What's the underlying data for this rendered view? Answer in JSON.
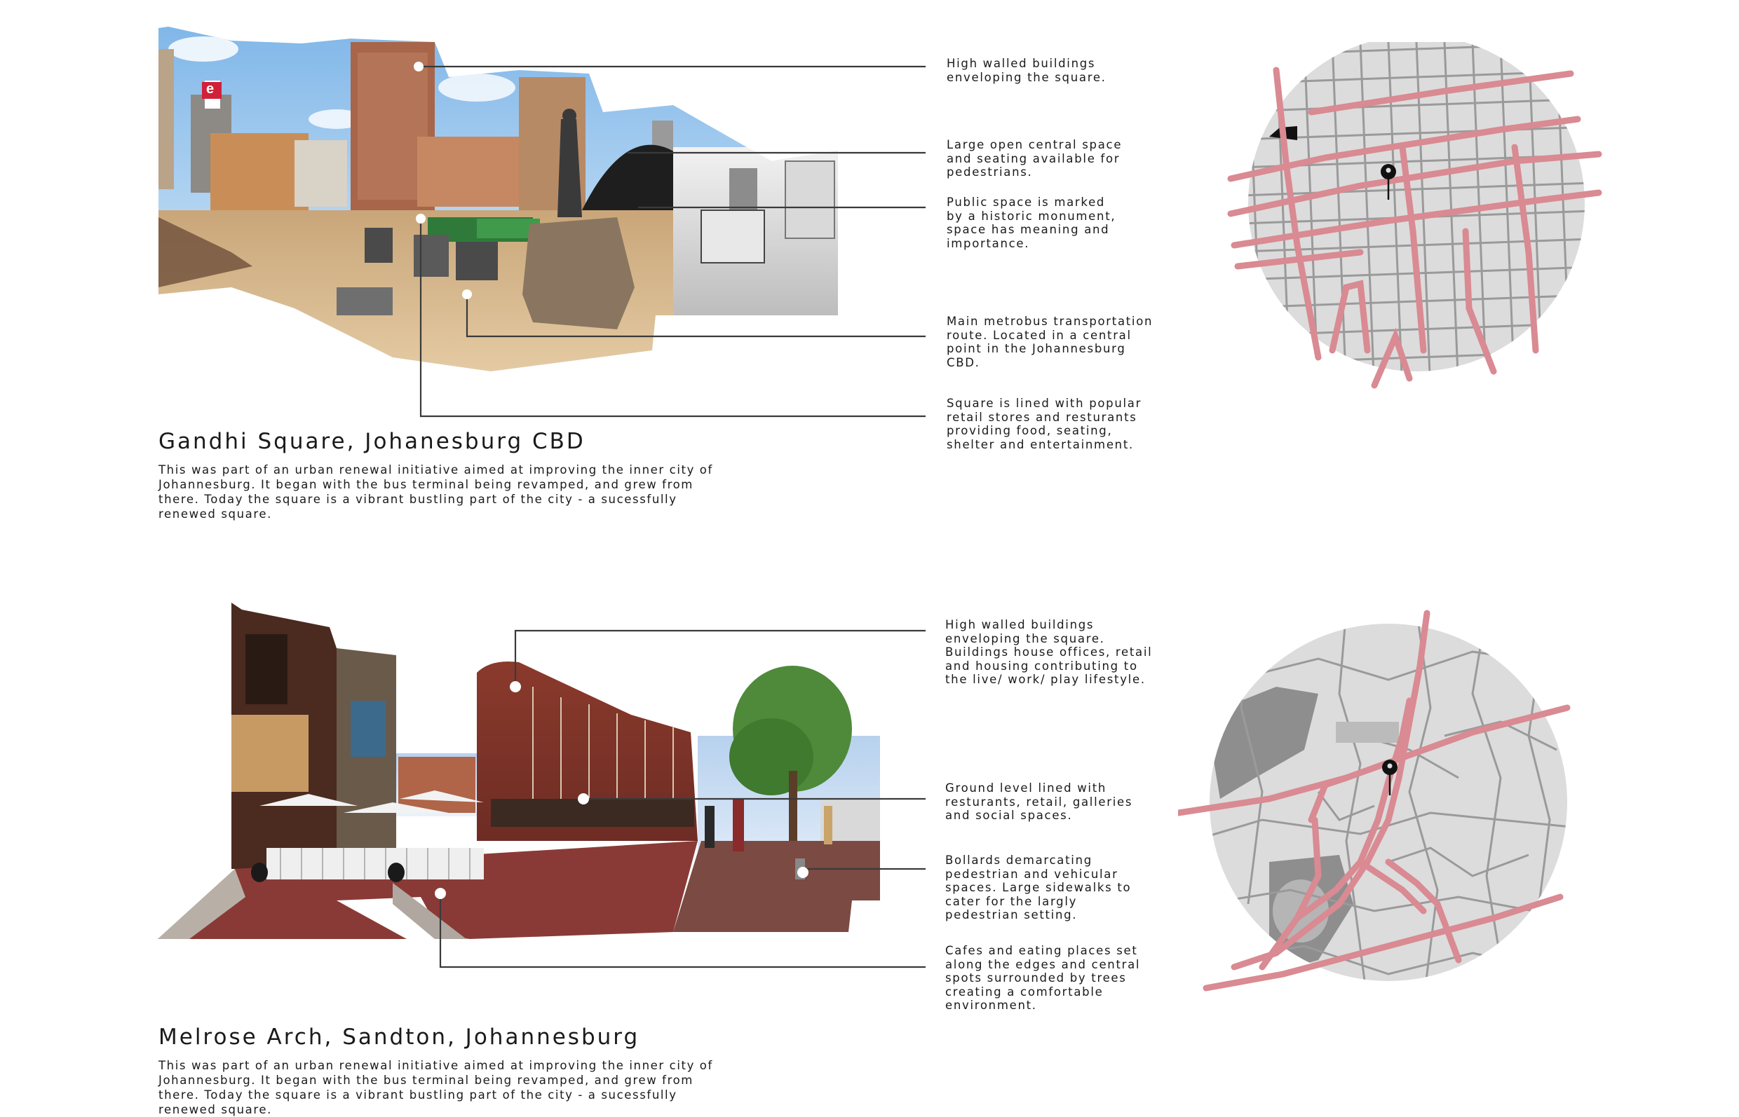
{
  "sections": [
    {
      "title": "Gandhi Square, Johanesburg CBD",
      "description_lines": [
        "This was part of an urban renewal initiative aimed at improving the inner city of",
        "Johannesburg. It began with the bus terminal being revamped, and grew from",
        "there. Today the square is a vibrant bustling part of the city - a sucessfully",
        "renewed square."
      ],
      "annotations": [
        {
          "lines": [
            "High walled buildings",
            "enveloping the square."
          ]
        },
        {
          "lines": [
            "Large open central space",
            "and seating available  for",
            "pedestrians."
          ]
        },
        {
          "lines": [
            "Public space is marked",
            "by a historic monument,",
            "space has meaning and",
            "importance."
          ]
        },
        {
          "lines": [
            "Main metrobus transportation",
            "route. Located in a central",
            "point in the Johannesburg",
            "CBD."
          ]
        },
        {
          "lines": [
            "Square is lined with popular",
            "retail stores and resturants",
            "providing food, seating,",
            "shelter and entertainment."
          ]
        }
      ],
      "photo_sign": "e"
    },
    {
      "title": "Melrose Arch, Sandton, Johannesburg",
      "description_lines": [
        "This was part of an urban renewal initiative aimed at improving the inner city of",
        "Johannesburg. It began with the bus terminal being revamped, and grew from",
        "there. Today the square is a vibrant bustling part of the city - a sucessfully",
        "renewed square."
      ],
      "annotations": [
        {
          "lines": [
            "High walled buildings",
            "enveloping the square.",
            "Buildings house offices, retail",
            "and housing contributing to",
            "the live/ work/ play lifestyle."
          ]
        },
        {
          "lines": [
            "Ground level lined with",
            "resturants, retail, galleries",
            "and social spaces."
          ]
        },
        {
          "lines": [
            "Bollards demarcating",
            "pedestrian and vehicular",
            "spaces. Large sidewalks to",
            "cater for the largly",
            "pedestrian setting."
          ]
        },
        {
          "lines": [
            "Cafes and eating places set",
            "along the edges and central",
            "spots surrounded by trees",
            "creating a comfortable",
            "environment."
          ]
        }
      ]
    }
  ],
  "colors": {
    "road_highlight": "#d98a92",
    "map_fill": "#dcdcdc",
    "map_streets": "#9a9a9a",
    "leader_line": "#3a3a3a",
    "pin": "#111111"
  },
  "icons": {
    "map_pin": "location-pin-icon"
  }
}
